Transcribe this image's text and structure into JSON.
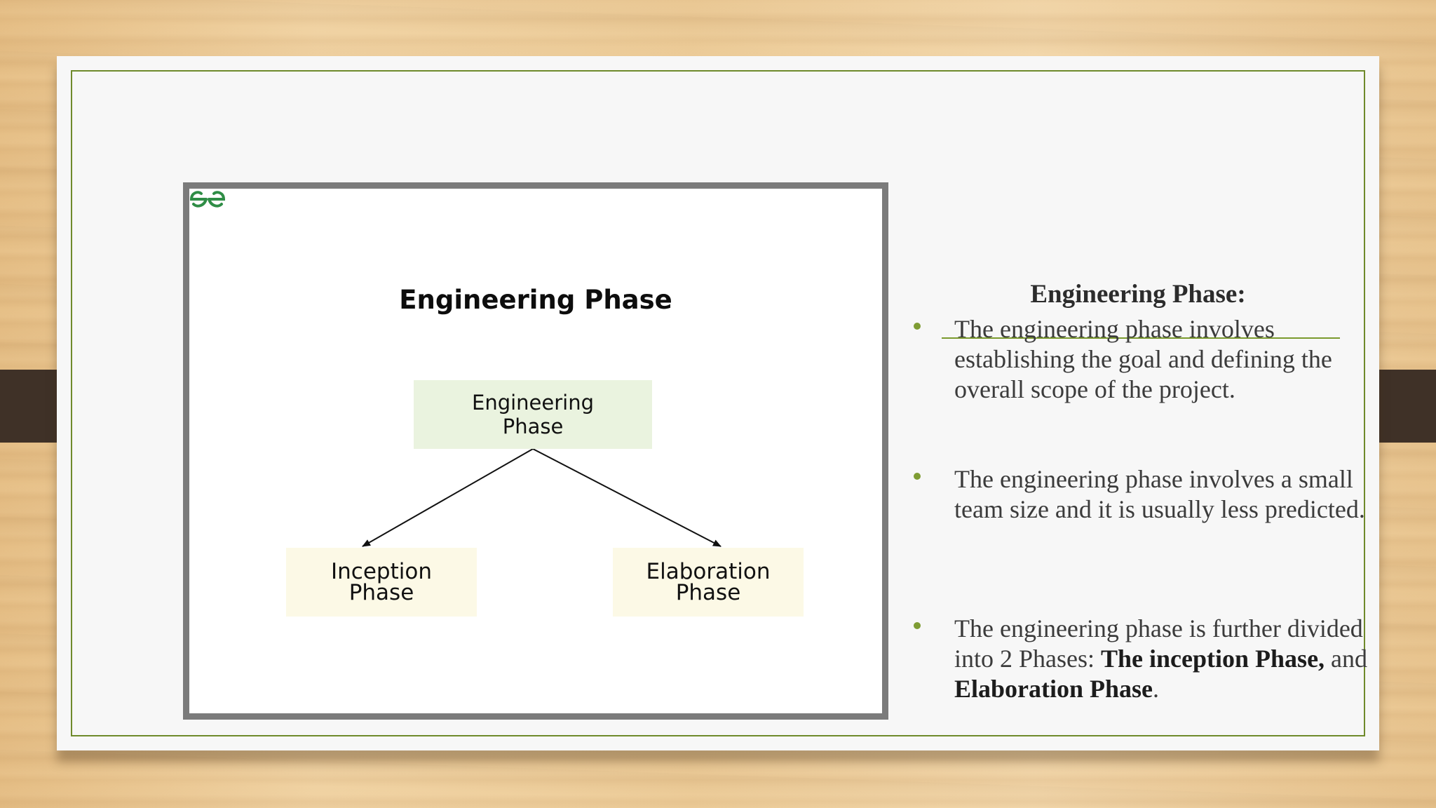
{
  "diagram": {
    "title": "Engineering Phase",
    "root": [
      "Engineering",
      "Phase"
    ],
    "left_child": [
      "Inception",
      "Phase"
    ],
    "right_child": [
      "Elaboration",
      "Phase"
    ],
    "logo_icon": "geeksforgeeks-logo-icon",
    "logo_color": "#2f8d46"
  },
  "side": {
    "title": "Engineering Phase:",
    "bullet1": "The engineering phase involves establishing the goal and defining the overall scope of  the project.",
    "bullet2": "The engineering phase involves a small team size and it is usually less predicted.",
    "bullet3": {
      "pre": "The engineering phase is further divided into 2 Phases: ",
      "strong1": "The inception Phase,",
      "mid": " and ",
      "strong2": "Elaboration Phase",
      "post": "."
    }
  },
  "colors": {
    "accent": "#7b9a2e",
    "slide_bg": "#f7f7f7",
    "tab": "#3f3127"
  }
}
